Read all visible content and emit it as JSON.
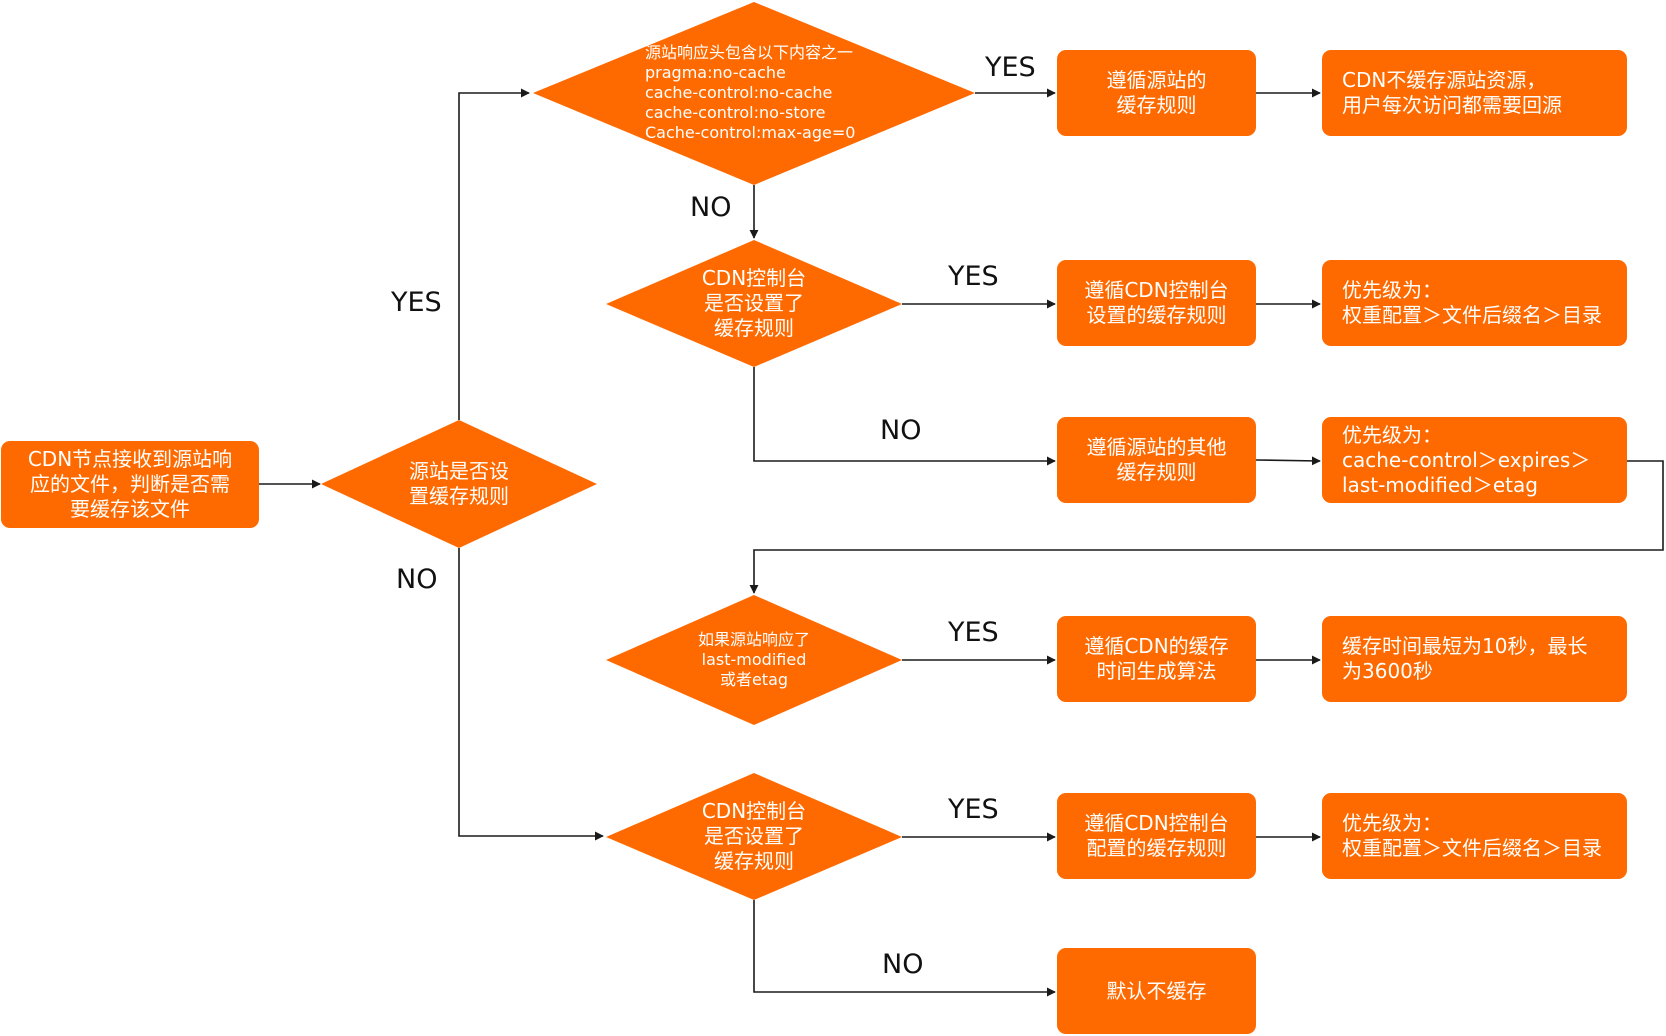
{
  "colors": {
    "node_fill": "#ff6a00",
    "node_text": "#ffffff",
    "connector": "#1a1a1a",
    "label_text": "#111111"
  },
  "start_node": {
    "lines": [
      "CDN节点接收到源站响",
      "应的文件，判断是否需",
      "要缓存该文件"
    ]
  },
  "decision_origin_rule": {
    "lines": [
      "源站是否设",
      "置缓存规则"
    ]
  },
  "decision_no_cache_headers": {
    "lines": [
      "源站响应头包含以下内容之一",
      "pragma:no-cache",
      "cache-control:no-cache",
      "cache-control:no-store",
      "Cache-control:max-age=0"
    ]
  },
  "decision_console_rule_a": {
    "lines": [
      "CDN控制台",
      "是否设置了",
      "缓存规则"
    ]
  },
  "decision_last_modified": {
    "lines": [
      "如果源站响应了",
      "last-modified",
      "或者etag"
    ]
  },
  "decision_console_rule_b": {
    "lines": [
      "CDN控制台",
      "是否设置了",
      "缓存规则"
    ]
  },
  "box_follow_origin": {
    "lines": [
      "遵循源站的",
      "缓存规则"
    ]
  },
  "box_no_cache_result": {
    "lines": [
      "CDN不缓存源站资源，",
      "用户每次访问都需要回源"
    ]
  },
  "box_follow_console_settings": {
    "lines": [
      "遵循CDN控制台",
      "设置的缓存规则"
    ]
  },
  "box_priority_a": {
    "lines": [
      "优先级为：",
      "权重配置＞文件后缀名＞目录"
    ]
  },
  "box_follow_origin_other": {
    "lines": [
      "遵循源站的其他",
      "缓存规则"
    ]
  },
  "box_priority_headers": {
    "lines": [
      "优先级为：",
      "cache-control＞expires＞",
      "last-modified＞etag"
    ]
  },
  "box_cdn_algorithm": {
    "lines": [
      "遵循CDN的缓存",
      "时间生成算法"
    ]
  },
  "box_cache_time": {
    "lines": [
      "缓存时间最短为10秒，最长",
      "为3600秒"
    ]
  },
  "box_follow_console_config": {
    "lines": [
      "遵循CDN控制台",
      "配置的缓存规则"
    ]
  },
  "box_priority_b": {
    "lines": [
      "优先级为：",
      "权重配置＞文件后缀名＞目录"
    ]
  },
  "box_default_no_cache": {
    "lines": [
      "默认不缓存"
    ]
  },
  "edge_labels": {
    "origin_yes": "YES",
    "origin_no": "NO",
    "headers_yes": "YES",
    "headers_no": "NO",
    "console_a_yes": "YES",
    "console_a_no": "NO",
    "last_modified_yes": "YES",
    "console_b_yes": "YES",
    "console_b_no": "NO"
  }
}
